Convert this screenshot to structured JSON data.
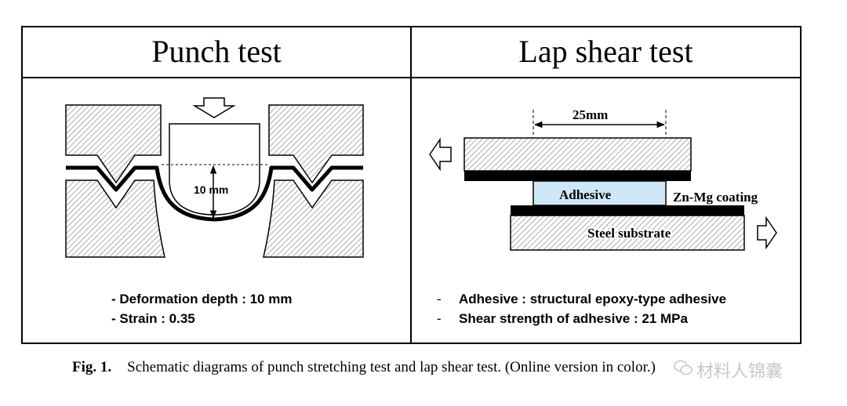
{
  "panels": {
    "punch": {
      "title": "Punch test",
      "dimension_label": "10 mm",
      "bullets": [
        "- Deformation depth : 10 mm",
        "- Strain : 0.35"
      ]
    },
    "lap": {
      "title": "Lap shear test",
      "width_label": "25mm",
      "adhesive_label": "Adhesive",
      "coating_label": "Zn-Mg coating",
      "substrate_label": "Steel substrate",
      "bullets": [
        "Adhesive : structural epoxy-type adhesive",
        "Shear strength of adhesive : 21 MPa"
      ]
    }
  },
  "caption": {
    "label": "Fig. 1.",
    "text": "Schematic diagrams of punch stretching test and lap shear test. (Online version in color.)"
  },
  "watermark": {
    "text": "材料人锦囊"
  },
  "colors": {
    "adhesive_fill": "#cfe8f7",
    "hatch": "#8a8a8a",
    "line": "#000000"
  }
}
